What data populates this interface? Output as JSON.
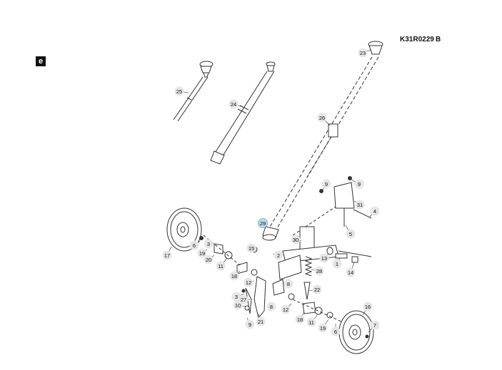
{
  "header": {
    "section_badge": "e",
    "drawing_ref": "K31R0229",
    "revision": "B"
  },
  "colors": {
    "line": "#333333",
    "label_bg": "#e6e6e6",
    "highlight": "#b9dbe9"
  },
  "callouts": [
    {
      "id": "c23",
      "text": "23"
    },
    {
      "id": "c24",
      "text": "24"
    },
    {
      "id": "c25",
      "text": "25"
    },
    {
      "id": "c26",
      "text": "26"
    },
    {
      "id": "c9a",
      "text": "9"
    },
    {
      "id": "c9b",
      "text": "9"
    },
    {
      "id": "c31",
      "text": "31"
    },
    {
      "id": "c4",
      "text": "4"
    },
    {
      "id": "c5",
      "text": "5"
    },
    {
      "id": "c29",
      "text": "29",
      "highlight": true
    },
    {
      "id": "c30",
      "text": "30"
    },
    {
      "id": "c15",
      "text": "15"
    },
    {
      "id": "c2",
      "text": "2"
    },
    {
      "id": "c13",
      "text": "13"
    },
    {
      "id": "c1",
      "text": "1"
    },
    {
      "id": "c14",
      "text": "14"
    },
    {
      "id": "c17",
      "text": "17"
    },
    {
      "id": "c6a",
      "text": "6"
    },
    {
      "id": "c3a",
      "text": "3"
    },
    {
      "id": "c19a",
      "text": "19"
    },
    {
      "id": "c20",
      "text": "20"
    },
    {
      "id": "c11a",
      "text": "11"
    },
    {
      "id": "c18a",
      "text": "18"
    },
    {
      "id": "c28",
      "text": "28"
    },
    {
      "id": "c12a",
      "text": "12"
    },
    {
      "id": "c8a",
      "text": "8"
    },
    {
      "id": "c22",
      "text": "22"
    },
    {
      "id": "c3b",
      "text": "3"
    },
    {
      "id": "c27",
      "text": "27"
    },
    {
      "id": "c10",
      "text": "10"
    },
    {
      "id": "c12b",
      "text": "12"
    },
    {
      "id": "c8b",
      "text": "8"
    },
    {
      "id": "c21",
      "text": "21"
    },
    {
      "id": "c9c",
      "text": "9"
    },
    {
      "id": "c18b",
      "text": "18"
    },
    {
      "id": "c11b",
      "text": "11"
    },
    {
      "id": "c19b",
      "text": "19"
    },
    {
      "id": "c6b",
      "text": "6"
    },
    {
      "id": "c16",
      "text": "16"
    },
    {
      "id": "c7",
      "text": "7"
    }
  ]
}
